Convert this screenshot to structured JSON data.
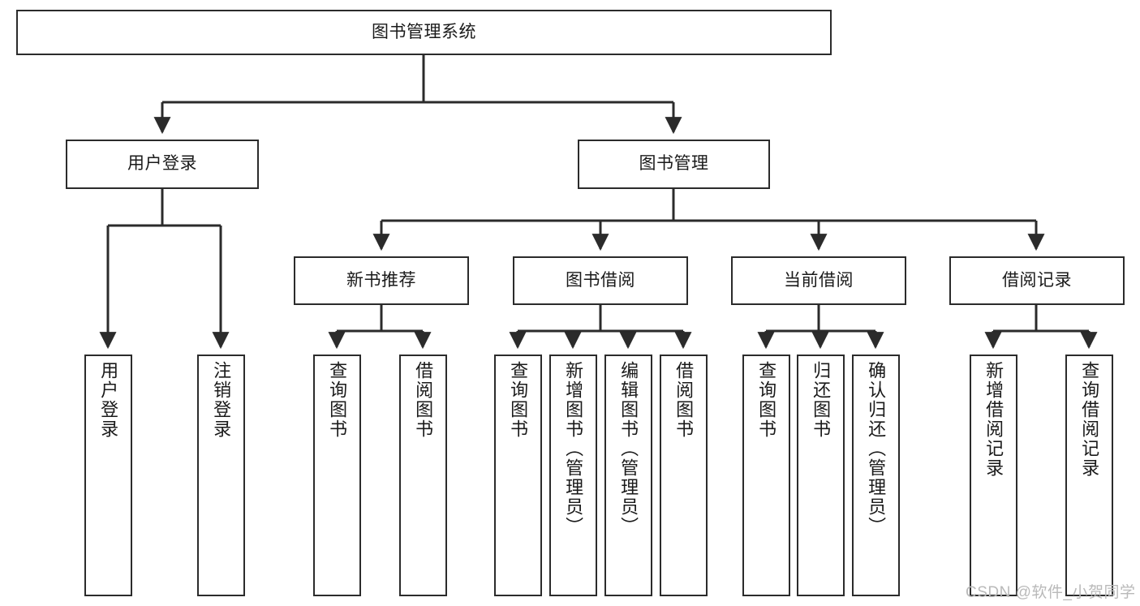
{
  "diagram": {
    "type": "tree-hierarchy-chart",
    "title": "图书管理系统",
    "colors": {
      "box_border": "#2b2b2b",
      "box_fill": "#ffffff",
      "connector": "#2b2b2b",
      "text": "#1a1a1a",
      "watermark": "#b9b9b9",
      "background": "#ffffff"
    },
    "root": {
      "label": "图书管理系统"
    },
    "level2": [
      {
        "id": "user-login",
        "label": "用户登录"
      },
      {
        "id": "book-management",
        "label": "图书管理"
      }
    ],
    "level3": [
      {
        "id": "new-book-recommend",
        "label": "新书推荐"
      },
      {
        "id": "book-borrow",
        "label": "图书借阅"
      },
      {
        "id": "current-borrow",
        "label": "当前借阅"
      },
      {
        "id": "borrow-records",
        "label": "借阅记录"
      }
    ],
    "leaves": {
      "user_login": [
        {
          "id": "leaf-user-login",
          "label": "用户登录"
        },
        {
          "id": "leaf-logout",
          "label": "注销登录"
        }
      ],
      "new_book_recommend": [
        {
          "id": "leaf-query-book-1",
          "label": "查询图书"
        },
        {
          "id": "leaf-borrow-book-1",
          "label": "借阅图书"
        }
      ],
      "book_borrow": [
        {
          "id": "leaf-query-book-2",
          "label": "查询图书"
        },
        {
          "id": "leaf-add-book",
          "label": "新增图书（管理员）"
        },
        {
          "id": "leaf-edit-book",
          "label": "编辑图书（管理员）"
        },
        {
          "id": "leaf-borrow-book-2",
          "label": "借阅图书"
        }
      ],
      "current_borrow": [
        {
          "id": "leaf-query-book-3",
          "label": "查询图书"
        },
        {
          "id": "leaf-return-book",
          "label": "归还图书"
        },
        {
          "id": "leaf-confirm-return",
          "label": "确认归还（管理员）"
        }
      ],
      "borrow_records": [
        {
          "id": "leaf-add-record",
          "label": "新增借阅记录"
        },
        {
          "id": "leaf-query-record",
          "label": "查询借阅记录"
        }
      ]
    }
  },
  "watermark": {
    "text": "CSDN @软件_小贺同学"
  }
}
